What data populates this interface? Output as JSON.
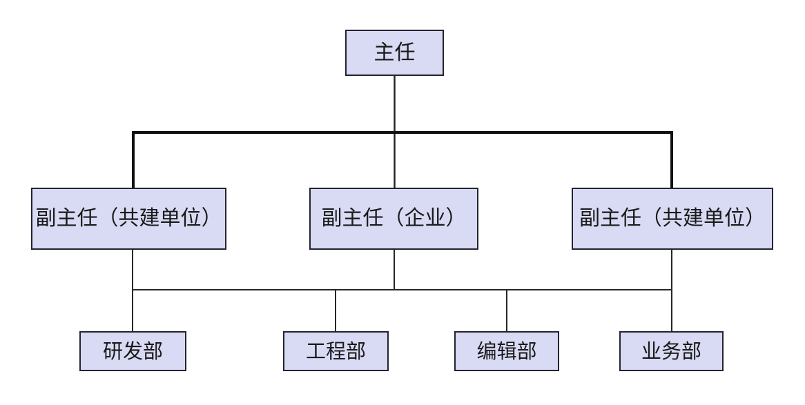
{
  "colors": {
    "background": "#ffffff",
    "node_fill": "#d9daf4",
    "node_border": "#23232f",
    "line_color": "#262626",
    "line_bold_color": "#101010",
    "text_color": "#1a1a1a"
  },
  "diagram": {
    "type": "org-chart",
    "nodes": [
      {
        "id": "director",
        "label": "主任",
        "level": 1
      },
      {
        "id": "deputy-coconstruction-left",
        "label": "副主任（共建单位）",
        "level": 2
      },
      {
        "id": "deputy-enterprise",
        "label": "副主任（企业）",
        "level": 2
      },
      {
        "id": "deputy-coconstruction-right",
        "label": "副主任（共建单位）",
        "level": 2
      },
      {
        "id": "dept-rnd",
        "label": "研发部",
        "level": 3
      },
      {
        "id": "dept-engineering",
        "label": "工程部",
        "level": 3
      },
      {
        "id": "dept-editorial",
        "label": "编辑部",
        "level": 3
      },
      {
        "id": "dept-business",
        "label": "业务部",
        "level": 3
      }
    ],
    "edges": [
      {
        "from": "director",
        "to": "deputy-coconstruction-left"
      },
      {
        "from": "director",
        "to": "deputy-enterprise"
      },
      {
        "from": "director",
        "to": "deputy-coconstruction-right"
      },
      {
        "from": "deputy-level-bus",
        "to": "dept-rnd"
      },
      {
        "from": "deputy-level-bus",
        "to": "dept-engineering"
      },
      {
        "from": "deputy-level-bus",
        "to": "dept-editorial"
      },
      {
        "from": "deputy-level-bus",
        "to": "dept-business"
      }
    ]
  }
}
